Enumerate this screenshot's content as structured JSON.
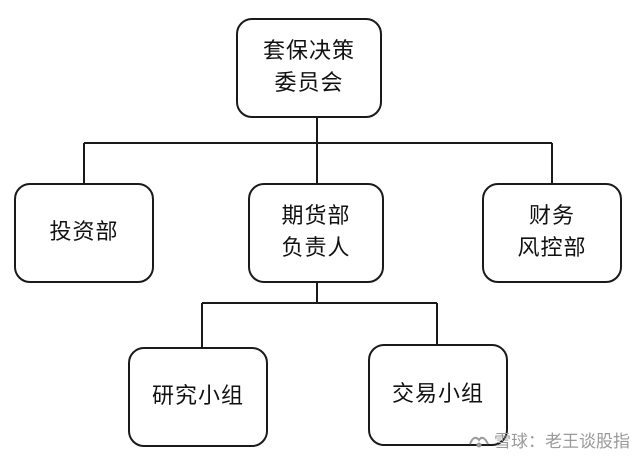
{
  "nodes": {
    "root": [
      "套保决策",
      "委员会"
    ],
    "invest": [
      "投资部"
    ],
    "futures": [
      "期货部",
      "负责人"
    ],
    "risk": [
      "财务",
      "风控部"
    ],
    "research": [
      "研究小组"
    ],
    "trade": [
      "交易小组"
    ]
  },
  "watermark": {
    "text": "雪球：老王谈股指"
  },
  "colors": {
    "line": "#1a1a1a",
    "watermark": "#9a9a9a"
  }
}
